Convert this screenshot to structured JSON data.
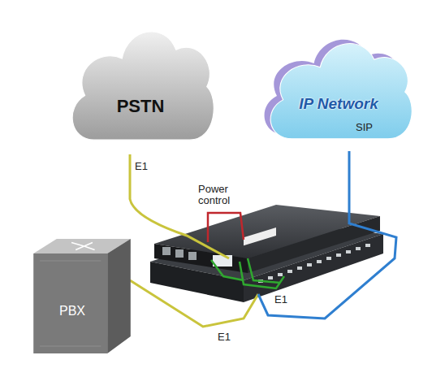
{
  "diagram": {
    "nodes": [
      {
        "text": [
          "PSTN"
        ]
      },
      {
        "text": [
          "IP Network"
        ]
      },
      {
        "text": [
          "PBX"
        ]
      }
    ],
    "labels": [
      "E1",
      "Power control",
      "SIP",
      "E1",
      "E1"
    ]
  }
}
